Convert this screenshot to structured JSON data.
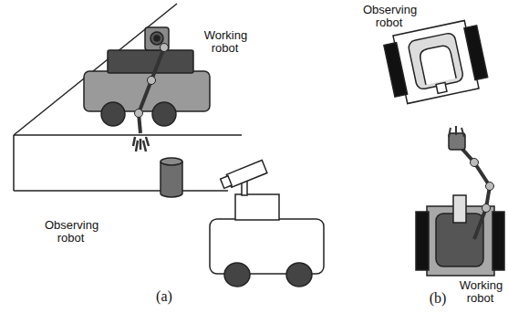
{
  "diagram": {
    "labels": [
      "Working robot",
      "Observing robot",
      "(a)",
      "Observing robot",
      "Working robot",
      "(b)"
    ]
  }
}
